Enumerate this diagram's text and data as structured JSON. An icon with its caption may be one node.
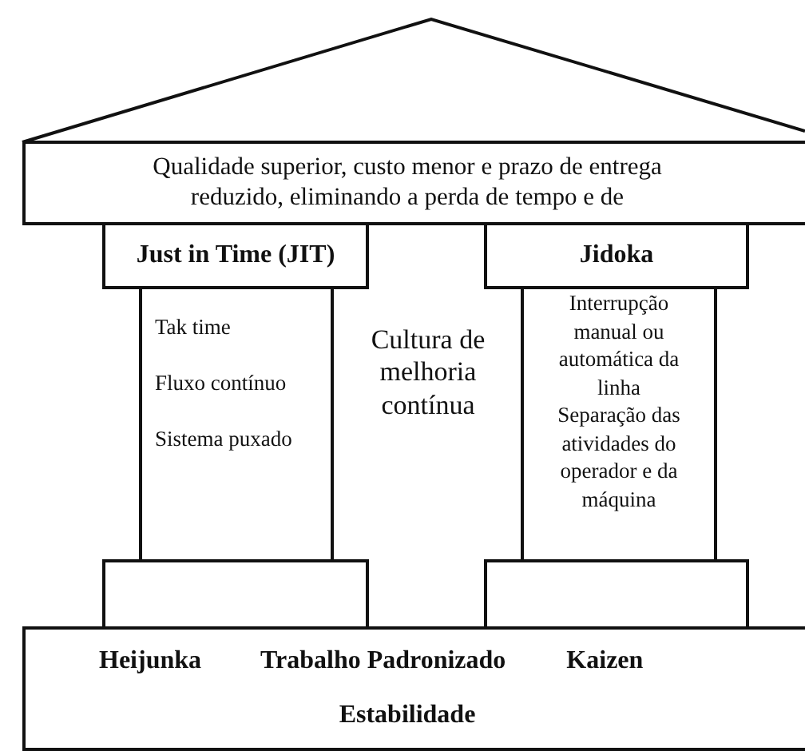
{
  "diagram": {
    "nodes": [
      {
        "text": [
          "Qualidade superior, custo menor e prazo de entrega reduzido, eliminando a perda de tempo e de"
        ]
      },
      {
        "text": [
          "Just in Time (JIT)"
        ]
      },
      {
        "text": [
          "Jidoka"
        ]
      },
      {
        "text": [
          "Tak time",
          "Fluxo contínuo",
          "Sistema puxado"
        ]
      },
      {
        "text": [
          "Interrupção manual ou automática da linha",
          "Separação das atividades do operador e da máquina"
        ]
      },
      {
        "text": [],
        "shape": "box"
      },
      {
        "text": [],
        "shape": "box"
      },
      {
        "text": [
          "Heijunka",
          "Trabalho Padronizado",
          "Kaizen"
        ]
      },
      {
        "text": [
          "Estabilidade"
        ]
      }
    ],
    "edges": [],
    "labels": [
      "Cultura de melhoria contínua"
    ]
  }
}
